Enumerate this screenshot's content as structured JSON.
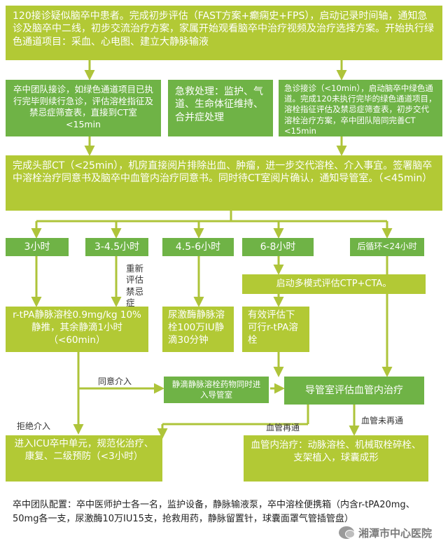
{
  "nodes": {
    "start": "120接诊疑似脑卒中患者。完成初步评估（FAST方案+癫痫史+FPS），启动记录时间轴，通知急诊及脑卒中二线，初步交流治疗方案，家属开始观看脑卒中治疗视频及治疗选择方案。开始执行绿色通道项目：采血、心电图、建立大静脉输液",
    "team": "卒中团队接诊，如绿色通道项目已执行完毕则续行急诊，评估溶栓指征及禁忌症筛查表，直接到CT室　<15min",
    "rescue": "急救处理：监护、气道、生命体征维持、合并症处理",
    "er": "急诊接诊（<10min），启动脑卒中绿色通道。完成120未执行完毕的绿色通道项目，溶栓指征评估及禁忌症筛查表，初步交代溶栓治疗方案，卒中团队陪同完善CT <15min",
    "ct": "完成头部CT（<25min），机房直接阅片排除出血、肿瘤，进一步交代溶栓、介入事宜。签署脑卒中溶栓治疗同意书及脑卒中血管内治疗同意书。同时待CT室阅片确认，通知导管室。（<45min）",
    "w3h": "3小时",
    "w345h": "3-4.5小时",
    "w456h": "4.5-6小时",
    "w68h": "6-8小时",
    "wpost": "后循环<24小时",
    "multi": "启动多模式评估CTP+CTA。",
    "rtpa": "r-tPA静脉溶栓0.9mg/kg 10%静推，其余静滴1小时（<60min）",
    "uk": "尿激酶静脉溶栓100万IU静滴30分钟",
    "eff": "有效评估下可行r-tPA溶栓",
    "transfer": "静滴静脉溶栓药物同时进入导管室",
    "cath": "导管室评估血管内治疗",
    "icu": "进入ICU卒中单元，规范化治疗、康复、二级预防（<3小时）",
    "endo": "血管内治疗：动脉溶栓、机械取栓碎栓、支架植入，球囊成形"
  },
  "labels": {
    "recheck": "重新评估禁忌症",
    "consent": "同意介入",
    "refuse": "拒绝介入",
    "recan": "血管再通",
    "norecan": "血管未再通"
  },
  "note": "卒中团队配置：卒中医师护士各一名，监护设备，静脉输液泵，卒中溶栓便携箱（内含r-tPA20mg、50mg各一支，尿激酶10万IU15支，抢救用药，静脉留置针，球囊面罩气管插管盘）",
  "watermark": "湘潭市中心医院",
  "colors": {
    "lime": "#b2c935",
    "green": "#6fb346",
    "connector": "#aec43a"
  }
}
